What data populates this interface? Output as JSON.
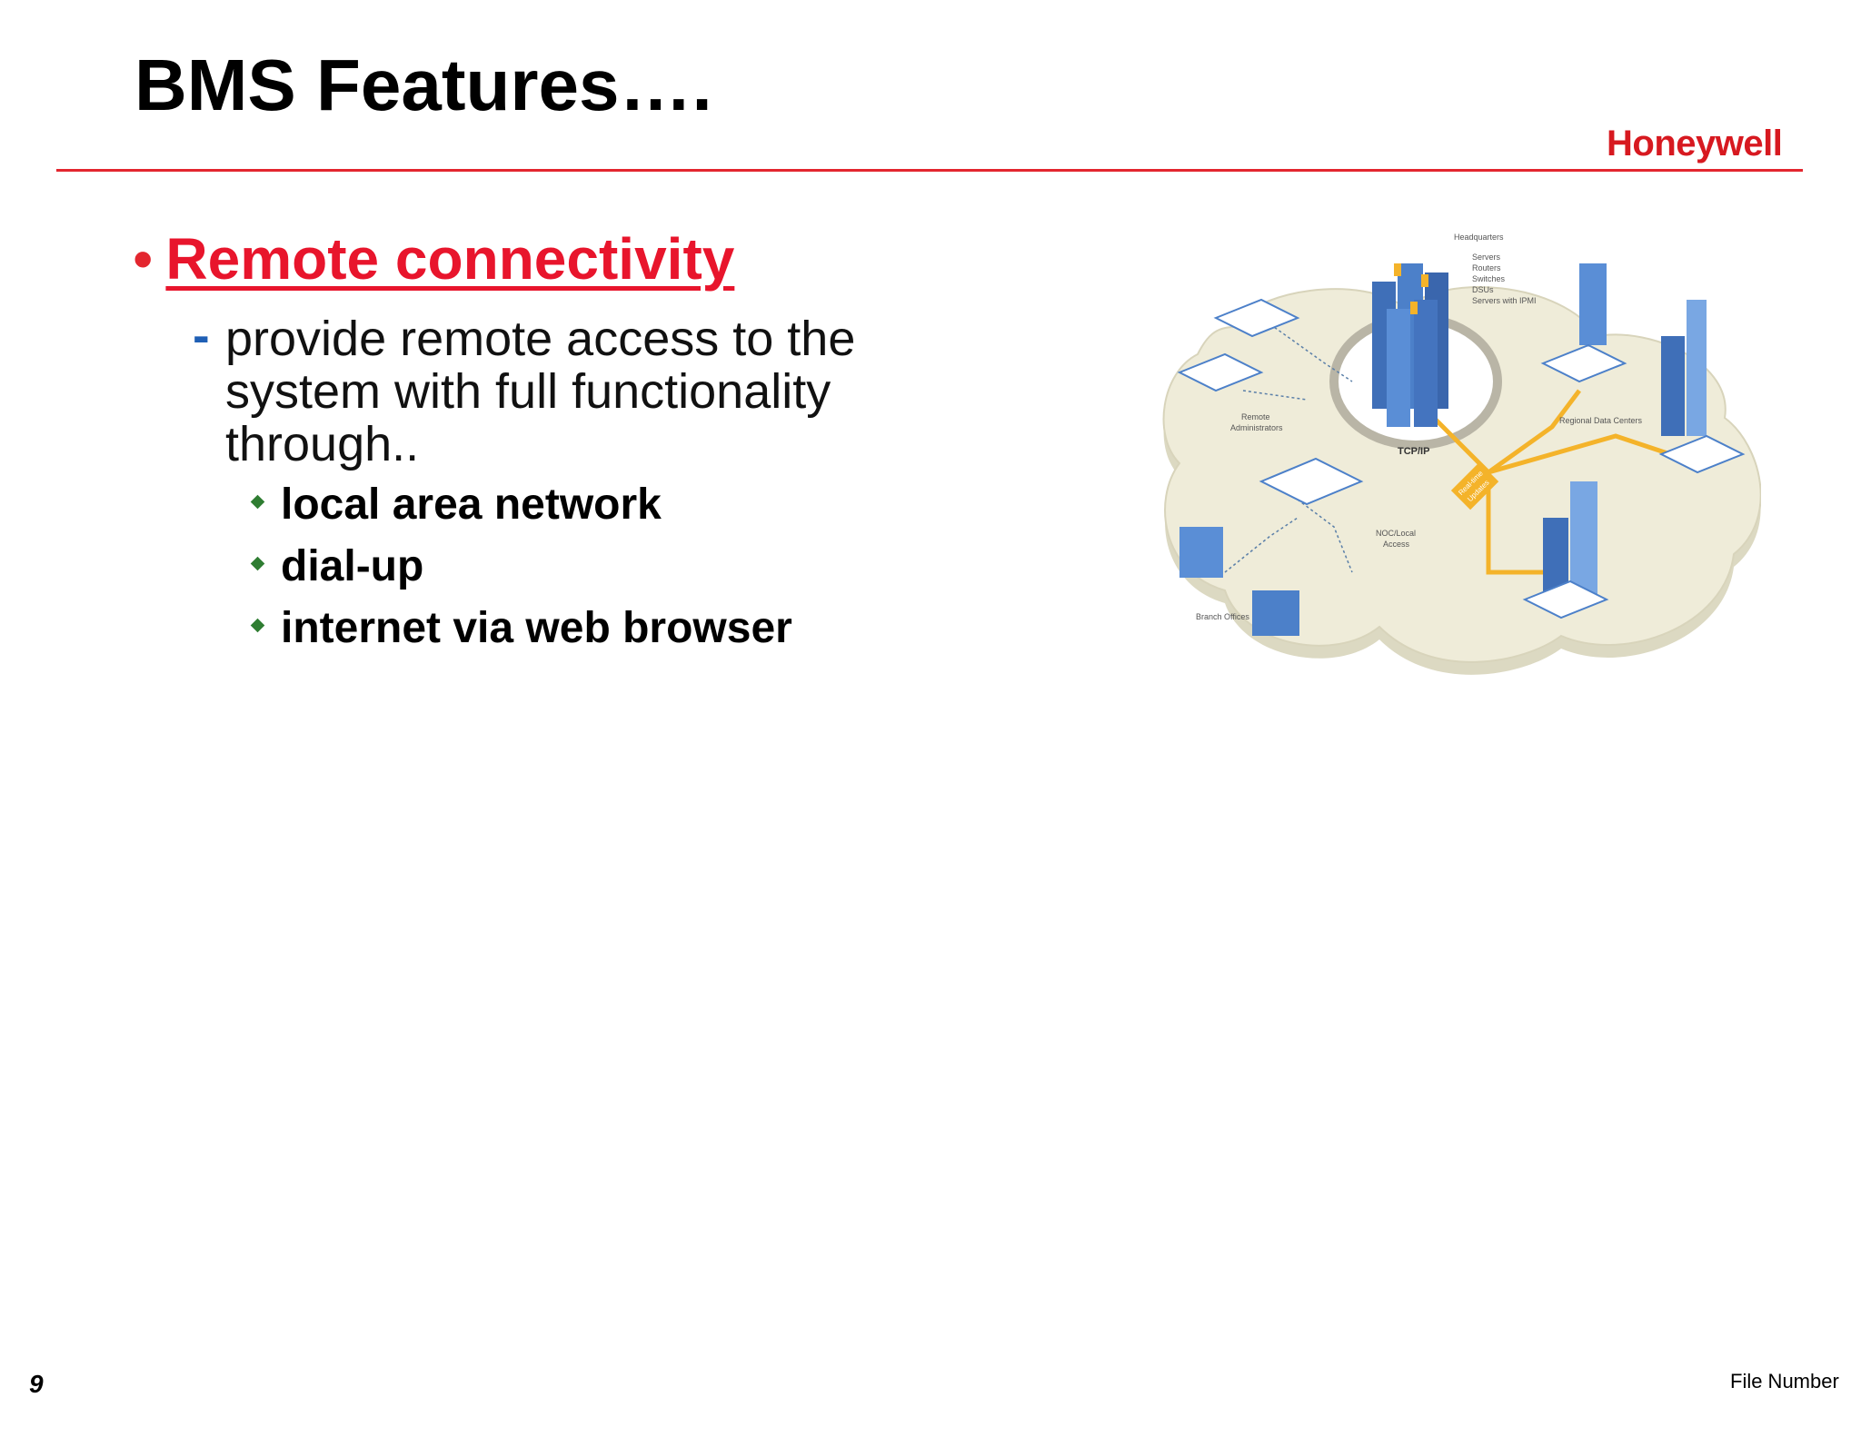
{
  "slide": {
    "title": "BMS Features….",
    "logo_text": "Honeywell",
    "bullet_marker": "•",
    "heading": "Remote connectivity",
    "dash": "-",
    "description": "provide remote access to the system with full functionality through..",
    "items": [
      "local area network",
      "dial-up",
      "internet via web browser"
    ],
    "page_number": "9",
    "footer_text": "File Number"
  },
  "diagram": {
    "labels": {
      "headquarters": "Headquarters",
      "hq_list": [
        "Servers",
        "Routers",
        "Switches",
        "DSUs",
        "Servers with IPMI"
      ],
      "remote_admin": [
        "Remote",
        "Administrators"
      ],
      "tcpip": "TCP/IP",
      "regional": "Regional Data Centers",
      "noc": [
        "NOC/Local",
        "Access"
      ],
      "branch": "Branch Offices",
      "realtime": [
        "Real-time",
        "Updates"
      ]
    }
  },
  "colors": {
    "accent_red": "#e3262f",
    "heading_red": "#e8152c",
    "dash_blue": "#1f5fb5",
    "diamond_green": "#2f7d32",
    "cloud": "#ece9d2",
    "network_orange": "#f4b32a"
  }
}
